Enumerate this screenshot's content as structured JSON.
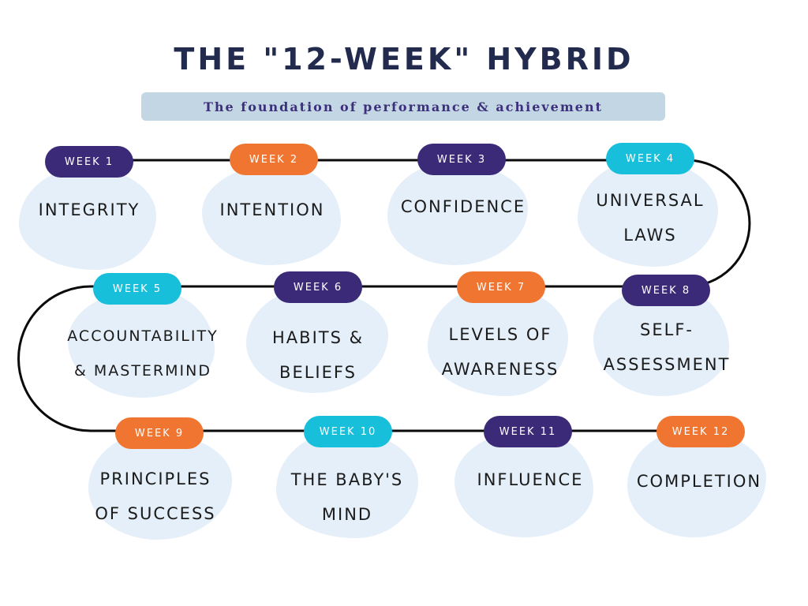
{
  "title": "THE \"12-WEEK\" HYBRID",
  "subtitle": "The foundation of performance & achievement",
  "colors": {
    "navy": "#3b2a78",
    "orange": "#ef7530",
    "cyan": "#17bfdb",
    "blob": "#e4eff9",
    "title": "#222a4e"
  },
  "weeks": [
    {
      "week": "WEEK 1",
      "lines": [
        "INTEGRITY"
      ],
      "color": "navy"
    },
    {
      "week": "WEEK 2",
      "lines": [
        "INTENTION"
      ],
      "color": "orange"
    },
    {
      "week": "WEEK 3",
      "lines": [
        "CONFIDENCE"
      ],
      "color": "navy"
    },
    {
      "week": "WEEK 4",
      "lines": [
        "UNIVERSAL",
        "LAWS"
      ],
      "color": "cyan"
    },
    {
      "week": "WEEK 5",
      "lines": [
        "ACCOUNTABILITY",
        "& MASTERMIND"
      ],
      "color": "cyan"
    },
    {
      "week": "WEEK 6",
      "lines": [
        "HABITS &",
        "BELIEFS"
      ],
      "color": "navy"
    },
    {
      "week": "WEEK 7",
      "lines": [
        "LEVELS OF",
        "AWARENESS"
      ],
      "color": "orange"
    },
    {
      "week": "WEEK 8",
      "lines": [
        "SELF-",
        "ASSESSMENT"
      ],
      "color": "navy"
    },
    {
      "week": "WEEK 9",
      "lines": [
        "PRINCIPLES",
        "OF SUCCESS"
      ],
      "color": "orange"
    },
    {
      "week": "WEEK 10",
      "lines": [
        "THE BABY'S",
        "MIND"
      ],
      "color": "cyan"
    },
    {
      "week": "WEEK 11",
      "lines": [
        "INFLUENCE"
      ],
      "color": "navy"
    },
    {
      "week": "WEEK 12",
      "lines": [
        "COMPLETION"
      ],
      "color": "orange"
    }
  ]
}
